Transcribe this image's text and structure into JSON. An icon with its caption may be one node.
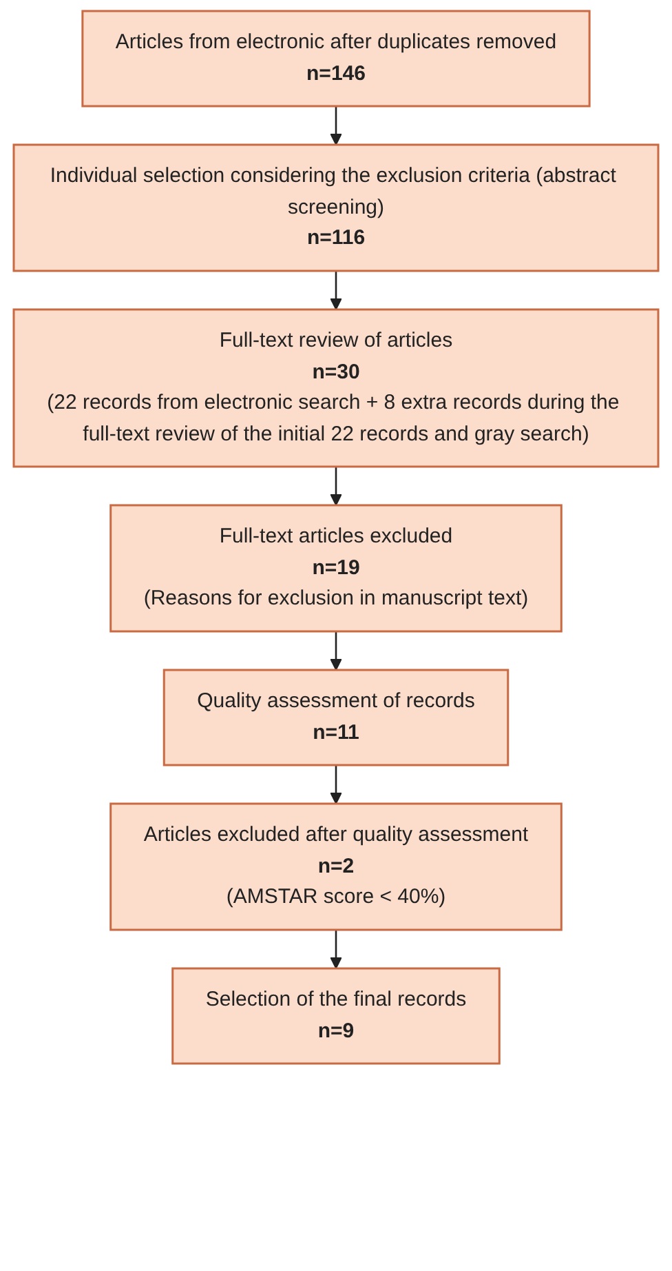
{
  "diagram": {
    "nodes": [
      {
        "text": [
          "Articles from electronic after duplicates removed",
          "n=146"
        ]
      },
      {
        "text": [
          "Individual selection considering the exclusion criteria (abstract screening)",
          "n=116"
        ]
      },
      {
        "text": [
          "Full-text review of articles",
          "n=30",
          "(22 records from electronic search + 8 extra records during the full-text review of the initial 22 records and gray search)"
        ]
      },
      {
        "text": [
          "Full-text articles excluded",
          "n=19",
          "(Reasons for exclusion in manuscript text)"
        ]
      },
      {
        "text": [
          "Quality assessment of records",
          "n=11"
        ]
      },
      {
        "text": [
          "Articles excluded after quality assessment",
          "n=2",
          "(AMSTAR score < 40%)"
        ]
      },
      {
        "text": [
          "Selection of the final records",
          "n=9"
        ]
      }
    ],
    "edges": [
      {
        "from": 0,
        "to": 1,
        "arrow": "to"
      },
      {
        "from": 1,
        "to": 2,
        "arrow": "to"
      },
      {
        "from": 2,
        "to": 3,
        "arrow": "to"
      },
      {
        "from": 3,
        "to": 4,
        "arrow": "to"
      },
      {
        "from": 4,
        "to": 5,
        "arrow": "to"
      },
      {
        "from": 5,
        "to": 6,
        "arrow": "to"
      }
    ]
  }
}
